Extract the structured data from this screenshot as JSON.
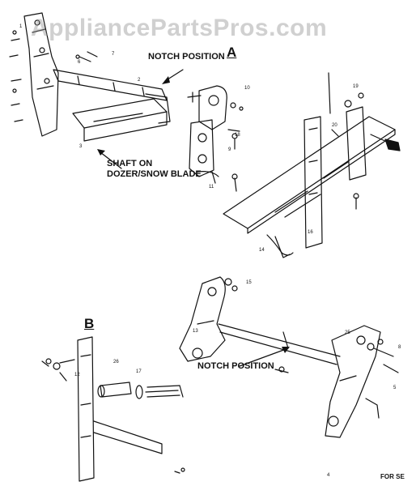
{
  "watermark": "AppliancePartsPros.com",
  "labels": {
    "notch_top": "NOTCH POSITION",
    "section_a": "A",
    "shaft_line1": "SHAFT ON",
    "shaft_line2": "DOZER/SNOW BLADE",
    "section_b": "B",
    "notch_bottom": "NOTCH POSITION",
    "footer": "FOR SE"
  },
  "part_numbers": [
    "1",
    "2",
    "3",
    "4",
    "5",
    "6",
    "7",
    "8",
    "9",
    "10",
    "11",
    "12",
    "13",
    "14",
    "15",
    "16",
    "17",
    "18",
    "19",
    "20",
    "25",
    "26"
  ],
  "colors": {
    "ink": "#111111",
    "paper": "#ffffff",
    "watermark": "#969696"
  }
}
